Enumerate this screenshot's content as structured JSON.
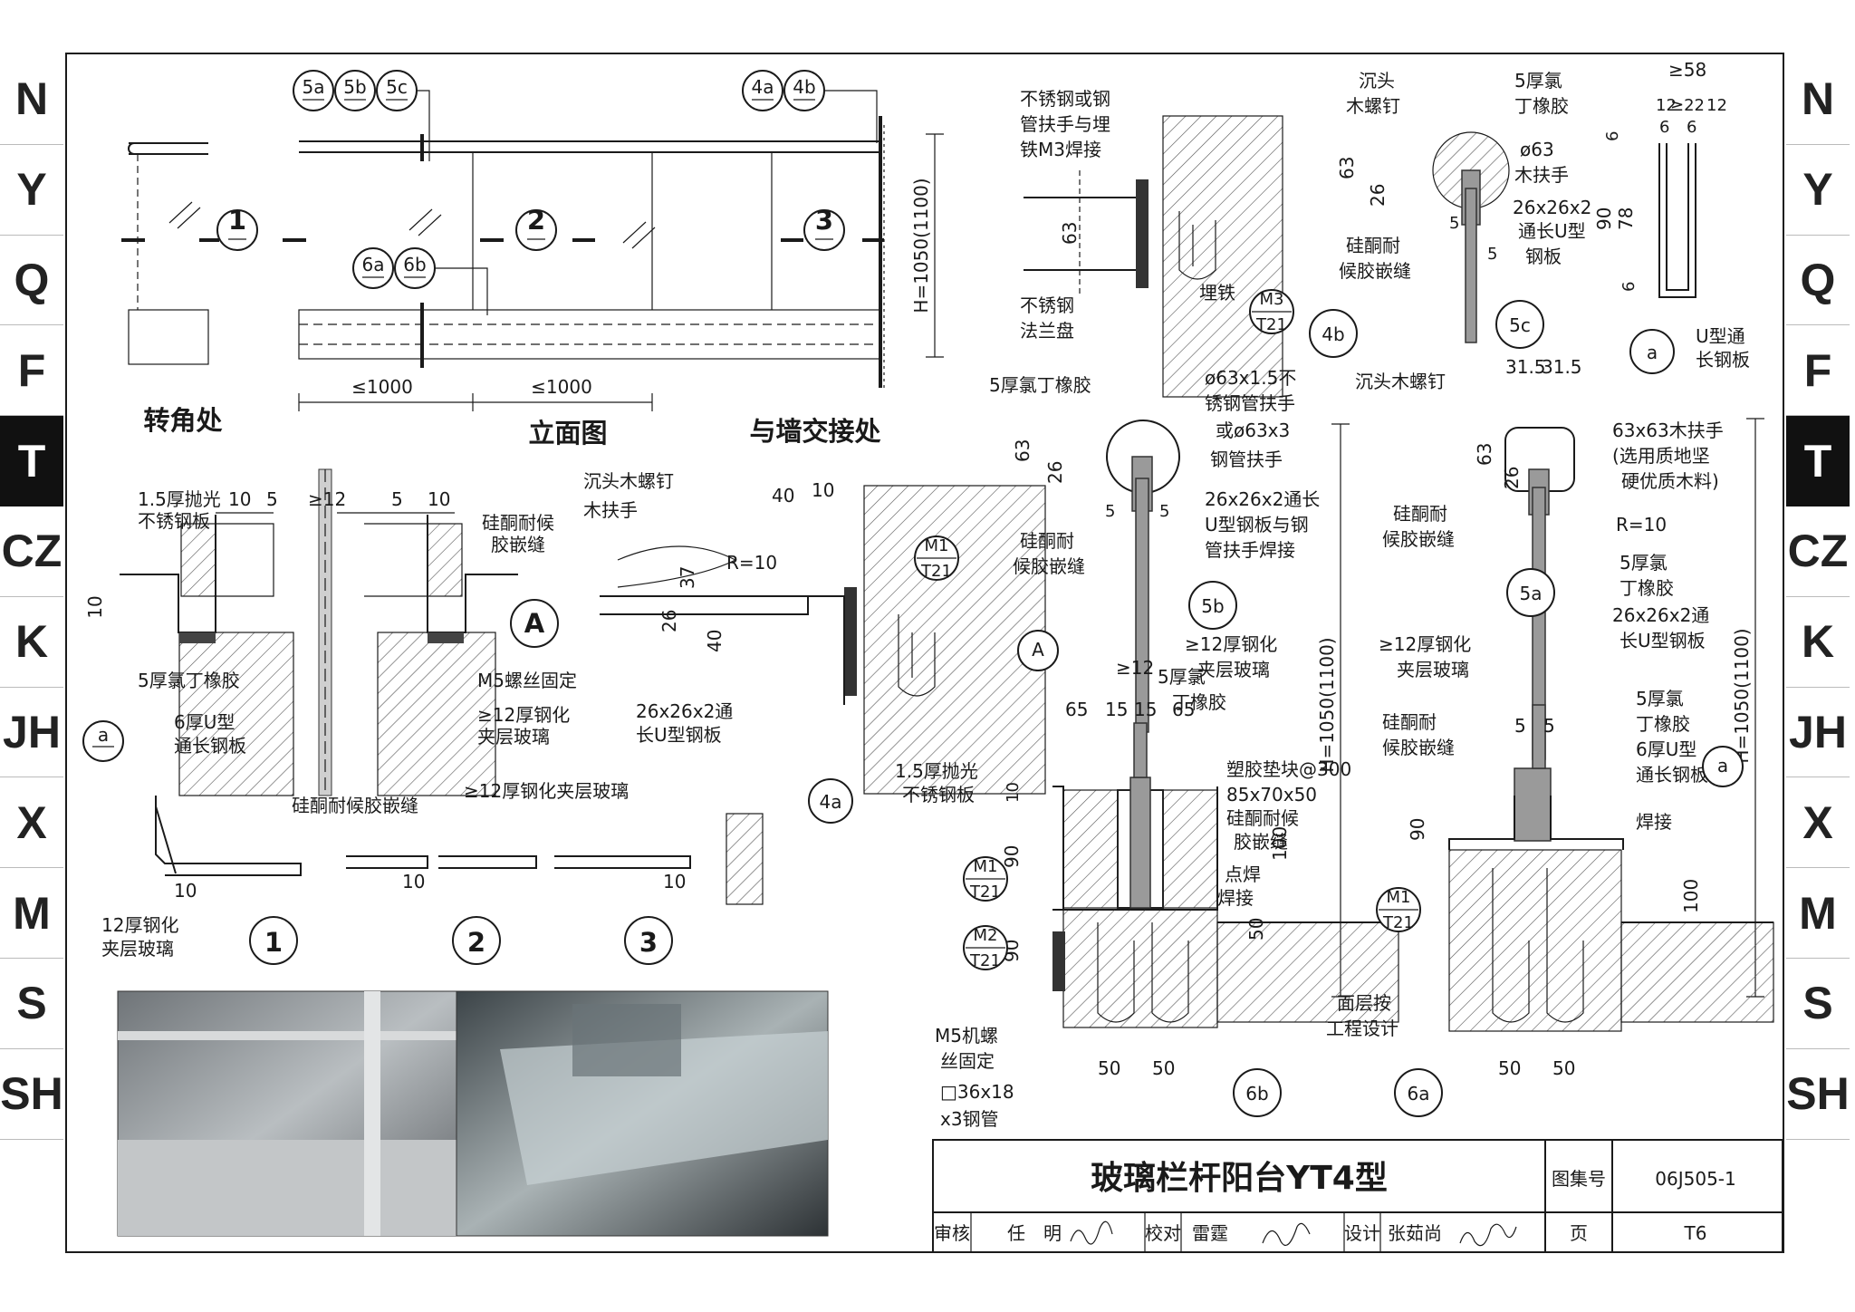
{
  "side_index": {
    "left": [
      "N",
      "Y",
      "Q",
      "F",
      "T",
      "CZ",
      "K",
      "JH",
      "X",
      "M",
      "S",
      "SH"
    ],
    "right": [
      "N",
      "Y",
      "Q",
      "F",
      "T",
      "CZ",
      "K",
      "JH",
      "X",
      "M",
      "S",
      "SH"
    ],
    "active": "T"
  },
  "elevation": {
    "captions": {
      "corner": "转角处",
      "elevation": "立面图",
      "wall": "与墙交接处"
    },
    "detail_refs_top": [
      "5a",
      "5b",
      "5c"
    ],
    "detail_refs_wall": [
      "4a",
      "4b"
    ],
    "detail_refs_base": [
      "6a",
      "6b"
    ],
    "section_marks": [
      "1",
      "2",
      "3"
    ],
    "dims": {
      "span1": "≤1000",
      "span2": "≤1000",
      "height": "H=1050(1100)"
    }
  },
  "detail_A": {
    "tag": "A",
    "labels": [
      "1.5厚抛光",
      "不锈钢板",
      "硅酮耐候",
      "胶嵌缝",
      "5厚氯丁橡胶",
      "M5螺丝固定",
      "6厚U型",
      "通长钢板",
      "≥12厚钢化",
      "夹层玻璃"
    ],
    "dims": [
      "10",
      "5",
      "≥12",
      "5",
      "10",
      "10"
    ],
    "ref": "a"
  },
  "detail_4a": {
    "tag": "4a",
    "labels": [
      "沉头木螺钉",
      "木扶手",
      "R=10",
      "26x26x2通",
      "长U型钢板"
    ],
    "dims": [
      "40",
      "10",
      "37",
      "26",
      "40"
    ],
    "ref_top": "M1",
    "ref_bottom": "T21"
  },
  "plan_sections": {
    "labels": [
      "硅酮耐候胶嵌缝",
      "≥12厚钢化夹层玻璃",
      "12厚钢化",
      "夹层玻璃"
    ],
    "dims": [
      "10",
      "10",
      "10"
    ],
    "marks": [
      "1",
      "2",
      "3"
    ]
  },
  "detail_4b": {
    "tag": "4b",
    "labels": [
      "不锈钢或钢",
      "管扶手与埋",
      "铁M3焊接",
      "不锈钢",
      "法兰盘",
      "埋铁"
    ],
    "dims": [
      "63"
    ],
    "ref_top": "M3",
    "ref_bottom": "T21"
  },
  "detail_5c": {
    "tag": "5c",
    "labels": [
      "沉头",
      "木螺钉",
      "5厚氯",
      "丁橡胶",
      "ø63",
      "木扶手",
      "26x26x2",
      "通长U型",
      "钢板",
      "硅酮耐",
      "候胶嵌缝"
    ],
    "dims": [
      "63",
      "26",
      "5",
      "5"
    ]
  },
  "detail_a": {
    "tag": "a",
    "labels": [
      "U型通",
      "长钢板"
    ],
    "dims": [
      "≥58",
      "12",
      "≥22",
      "12",
      "6",
      "6",
      "6",
      "90",
      "78",
      "6"
    ]
  },
  "detail_5b": {
    "tag": "5b",
    "labels": [
      "5厚氯丁橡胶",
      "ø63x1.5不",
      "锈钢管扶手",
      "或ø63x3",
      "钢管扶手",
      "26x26x2通长",
      "U型钢板与钢",
      "管扶手焊接",
      "硅酮耐",
      "候胶嵌缝",
      "≥12厚钢化",
      "夹层玻璃"
    ],
    "dims": [
      "63",
      "26",
      "5",
      "5",
      "H=1050(1100)"
    ]
  },
  "detail_5a": {
    "tag": "5a",
    "labels": [
      "沉头木螺钉",
      "63x63木扶手",
      "(选用质地坚",
      "硬优质木料)",
      "R=10",
      "硅酮耐",
      "候胶嵌缝",
      "5厚氯",
      "丁橡胶",
      "26x26x2通",
      "长U型钢板",
      "≥12厚钢化",
      "夹层玻璃"
    ],
    "dims": [
      "31.5",
      "31.5",
      "63",
      "26",
      "H=1050(1100)"
    ]
  },
  "detail_6b": {
    "tag": "6b",
    "labels": [
      "1.5厚抛光",
      "不锈钢板",
      "5厚氯",
      "丁橡胶",
      "塑胶垫块@300",
      "85x70x50",
      "硅酮耐候",
      "胶嵌缝",
      "点焊",
      "焊接",
      "M5机螺",
      "丝固定",
      "□36x18",
      "x3钢管",
      "面层按",
      "工程设计"
    ],
    "dims": [
      "≥12",
      "65",
      "15",
      "15",
      "65",
      "10",
      "90",
      "90",
      "100",
      "50",
      "50",
      "50"
    ],
    "refs": [
      {
        "top": "M1",
        "bottom": "T21"
      },
      {
        "top": "M2",
        "bottom": "T21"
      }
    ],
    "section_tag": "A"
  },
  "detail_6a": {
    "tag": "6a",
    "labels": [
      "硅酮耐",
      "候胶嵌缝",
      "5厚氯",
      "丁橡胶",
      "6厚U型",
      "通长钢板",
      "焊接"
    ],
    "dims": [
      "5",
      "5",
      "90",
      "100",
      "50",
      "50"
    ],
    "refs": [
      {
        "top": "M1",
        "bottom": "T21"
      }
    ],
    "section_tag": "a"
  },
  "title_block": {
    "title": "玻璃栏杆阳台YT4型",
    "atlas_label": "图集号",
    "atlas_no": "06J505-1",
    "review_label": "审核",
    "reviewer": "任　明",
    "check_label": "校对",
    "checker": "雷霆",
    "design_label": "设计",
    "designer": "张茹尚",
    "page_label": "页",
    "page_no": "T6"
  },
  "colors": {
    "ink": "#1a1a1a",
    "glass_gray": "#9a9a9a",
    "tab_active": "#111111"
  }
}
